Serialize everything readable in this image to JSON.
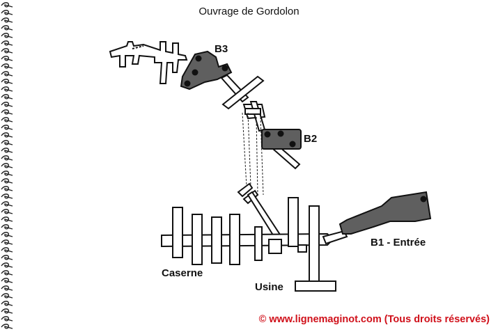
{
  "title": "Ouvrage de Gordolon",
  "labels": {
    "b3": "B3",
    "b2": "B2",
    "b1": "B1 - Entrée",
    "caserne": "Caserne",
    "usine": "Usine"
  },
  "copyright": "© www.lignemaginot.com (Tous droits réservés)",
  "colors": {
    "block_fill": "#5f5f5f",
    "gallery_stroke": "#111111",
    "copyright": "#d0101a"
  }
}
